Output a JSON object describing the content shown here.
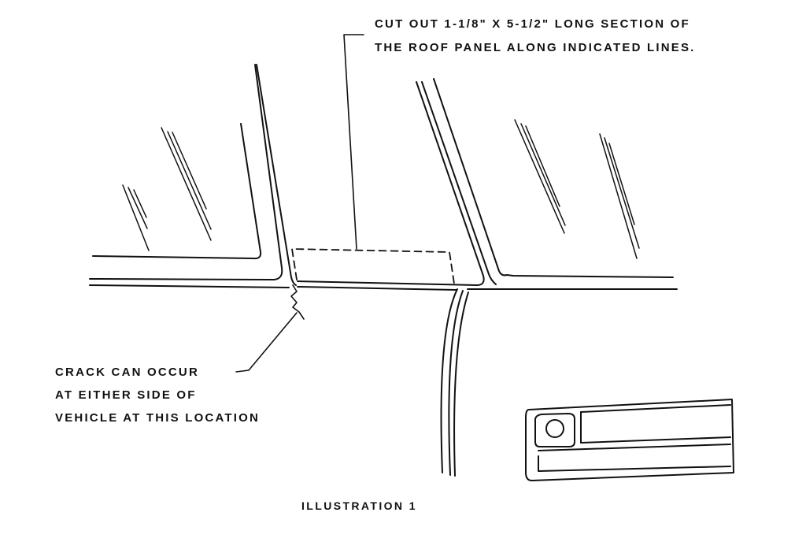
{
  "colors": {
    "ink": "#111111",
    "background": "#ffffff"
  },
  "callouts": {
    "cutout": {
      "line1": "CUT OUT 1-1/8\" X 5-1/2\" LONG SECTION OF",
      "line2": "THE ROOF PANEL ALONG INDICATED LINES."
    },
    "crack": {
      "line1": "CRACK CAN OCCUR",
      "line2": "AT EITHER SIDE OF",
      "line3": "VEHICLE AT THIS LOCATION"
    }
  },
  "caption": "ILLUSTRATION 1"
}
